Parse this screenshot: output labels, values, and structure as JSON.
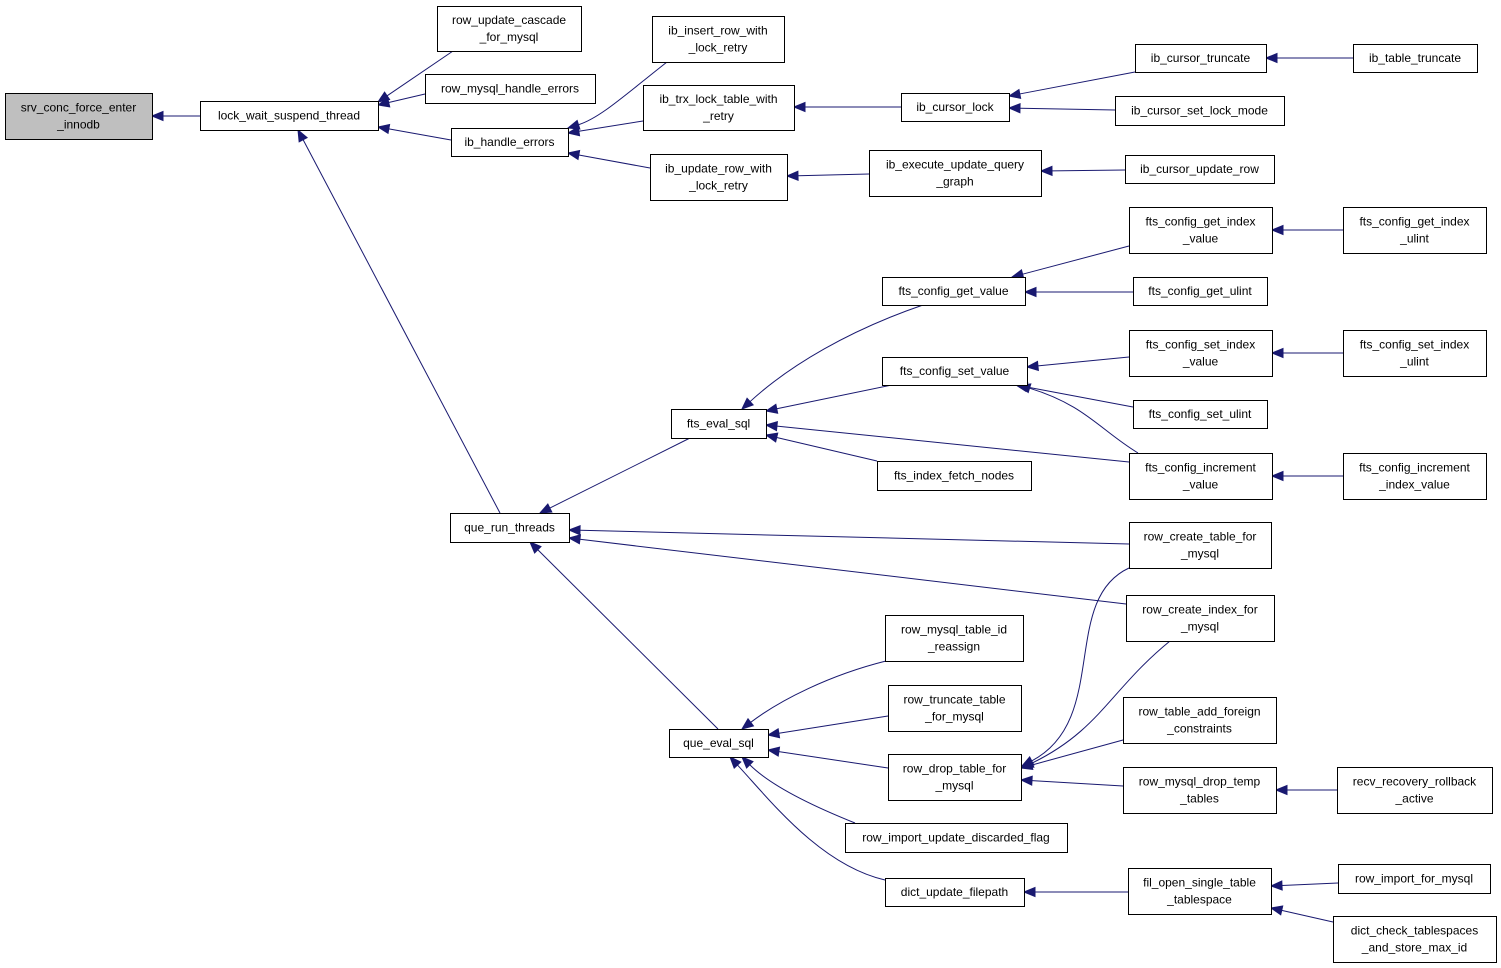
{
  "diagram": {
    "type": "call-graph",
    "colors": {
      "edge": "#191970",
      "focus_fill": "#bfbfbf",
      "node_fill": "#ffffff",
      "node_border": "#000000"
    },
    "nodes": [
      {
        "id": "n0",
        "lines": [
          "srv_conc_force_enter",
          "_innodb"
        ],
        "focus": true
      },
      {
        "id": "n1",
        "lines": [
          "lock_wait_suspend_thread"
        ]
      },
      {
        "id": "n2",
        "lines": [
          "row_update_cascade",
          "_for_mysql"
        ]
      },
      {
        "id": "n3",
        "lines": [
          "row_mysql_handle_errors"
        ]
      },
      {
        "id": "n4",
        "lines": [
          "ib_handle_errors"
        ]
      },
      {
        "id": "n5",
        "lines": [
          "que_run_threads"
        ]
      },
      {
        "id": "n6",
        "lines": [
          "ib_insert_row_with",
          "_lock_retry"
        ]
      },
      {
        "id": "n7",
        "lines": [
          "ib_trx_lock_table_with",
          "_retry"
        ]
      },
      {
        "id": "n8",
        "lines": [
          "ib_update_row_with",
          "_lock_retry"
        ]
      },
      {
        "id": "n9",
        "lines": [
          "ib_cursor_lock"
        ]
      },
      {
        "id": "n10",
        "lines": [
          "ib_execute_update_query",
          "_graph"
        ]
      },
      {
        "id": "n11",
        "lines": [
          "ib_cursor_truncate"
        ]
      },
      {
        "id": "n12",
        "lines": [
          "ib_cursor_set_lock_mode"
        ]
      },
      {
        "id": "n13",
        "lines": [
          "ib_table_truncate"
        ]
      },
      {
        "id": "n14",
        "lines": [
          "ib_cursor_update_row"
        ]
      },
      {
        "id": "n15",
        "lines": [
          "fts_eval_sql"
        ]
      },
      {
        "id": "n16",
        "lines": [
          "que_eval_sql"
        ]
      },
      {
        "id": "n17",
        "lines": [
          "row_create_table_for",
          "_mysql"
        ]
      },
      {
        "id": "n18",
        "lines": [
          "row_create_index_for",
          "_mysql"
        ]
      },
      {
        "id": "n19",
        "lines": [
          "fts_config_get_value"
        ]
      },
      {
        "id": "n20",
        "lines": [
          "fts_config_set_value"
        ]
      },
      {
        "id": "n21",
        "lines": [
          "fts_index_fetch_nodes"
        ]
      },
      {
        "id": "n22",
        "lines": [
          "fts_config_increment",
          "_value"
        ]
      },
      {
        "id": "n23",
        "lines": [
          "fts_config_get_index",
          "_value"
        ]
      },
      {
        "id": "n24",
        "lines": [
          "fts_config_get_ulint"
        ]
      },
      {
        "id": "n25",
        "lines": [
          "fts_config_get_index",
          "_ulint"
        ]
      },
      {
        "id": "n26",
        "lines": [
          "fts_config_set_index",
          "_value"
        ]
      },
      {
        "id": "n27",
        "lines": [
          "fts_config_set_ulint"
        ]
      },
      {
        "id": "n28",
        "lines": [
          "fts_config_set_index",
          "_ulint"
        ]
      },
      {
        "id": "n29",
        "lines": [
          "fts_config_increment",
          "_index_value"
        ]
      },
      {
        "id": "n30",
        "lines": [
          "row_mysql_table_id",
          "_reassign"
        ]
      },
      {
        "id": "n31",
        "lines": [
          "row_truncate_table",
          "_for_mysql"
        ]
      },
      {
        "id": "n32",
        "lines": [
          "row_drop_table_for",
          "_mysql"
        ]
      },
      {
        "id": "n33",
        "lines": [
          "row_import_update_discarded_flag"
        ]
      },
      {
        "id": "n34",
        "lines": [
          "dict_update_filepath"
        ]
      },
      {
        "id": "n35",
        "lines": [
          "row_table_add_foreign",
          "_constraints"
        ]
      },
      {
        "id": "n36",
        "lines": [
          "row_mysql_drop_temp",
          "_tables"
        ]
      },
      {
        "id": "n37",
        "lines": [
          "recv_recovery_rollback",
          "_active"
        ]
      },
      {
        "id": "n38",
        "lines": [
          "fil_open_single_table",
          "_tablespace"
        ]
      },
      {
        "id": "n39",
        "lines": [
          "row_import_for_mysql"
        ]
      },
      {
        "id": "n40",
        "lines": [
          "dict_check_tablespaces",
          "_and_store_max_id"
        ]
      }
    ],
    "edges": [
      {
        "from": "n1",
        "to": "n0"
      },
      {
        "from": "n2",
        "to": "n1"
      },
      {
        "from": "n3",
        "to": "n1"
      },
      {
        "from": "n4",
        "to": "n1"
      },
      {
        "from": "n5",
        "to": "n1"
      },
      {
        "from": "n6",
        "to": "n4"
      },
      {
        "from": "n7",
        "to": "n4"
      },
      {
        "from": "n8",
        "to": "n4"
      },
      {
        "from": "n9",
        "to": "n7"
      },
      {
        "from": "n10",
        "to": "n8"
      },
      {
        "from": "n11",
        "to": "n9"
      },
      {
        "from": "n12",
        "to": "n9"
      },
      {
        "from": "n13",
        "to": "n11"
      },
      {
        "from": "n14",
        "to": "n10"
      },
      {
        "from": "n15",
        "to": "n5"
      },
      {
        "from": "n16",
        "to": "n5"
      },
      {
        "from": "n17",
        "to": "n5"
      },
      {
        "from": "n18",
        "to": "n5"
      },
      {
        "from": "n19",
        "to": "n15"
      },
      {
        "from": "n20",
        "to": "n15"
      },
      {
        "from": "n21",
        "to": "n15"
      },
      {
        "from": "n22",
        "to": "n15"
      },
      {
        "from": "n23",
        "to": "n19"
      },
      {
        "from": "n24",
        "to": "n19"
      },
      {
        "from": "n25",
        "to": "n23"
      },
      {
        "from": "n26",
        "to": "n20"
      },
      {
        "from": "n27",
        "to": "n20"
      },
      {
        "from": "n22",
        "to": "n20"
      },
      {
        "from": "n28",
        "to": "n26"
      },
      {
        "from": "n29",
        "to": "n22"
      },
      {
        "from": "n30",
        "to": "n16"
      },
      {
        "from": "n31",
        "to": "n16"
      },
      {
        "from": "n32",
        "to": "n16"
      },
      {
        "from": "n33",
        "to": "n16"
      },
      {
        "from": "n34",
        "to": "n16"
      },
      {
        "from": "n17",
        "to": "n32"
      },
      {
        "from": "n18",
        "to": "n32"
      },
      {
        "from": "n35",
        "to": "n32"
      },
      {
        "from": "n36",
        "to": "n32"
      },
      {
        "from": "n37",
        "to": "n36"
      },
      {
        "from": "n38",
        "to": "n34"
      },
      {
        "from": "n39",
        "to": "n38"
      },
      {
        "from": "n40",
        "to": "n38"
      }
    ]
  }
}
